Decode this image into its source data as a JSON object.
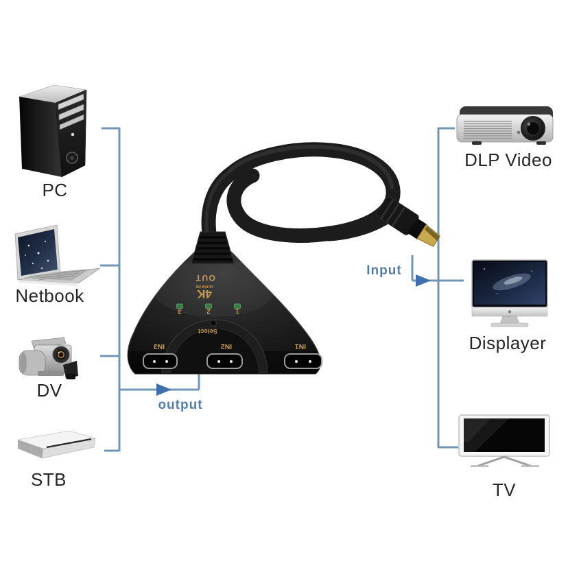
{
  "diagram": {
    "sources": [
      {
        "label": "PC"
      },
      {
        "label": "Netbook"
      },
      {
        "label": "DV"
      },
      {
        "label": "STB"
      }
    ],
    "sinks": [
      {
        "label": "DLP Video"
      },
      {
        "label": "Displayer"
      },
      {
        "label": "TV"
      }
    ],
    "connectors": {
      "output": "output",
      "input": "Input"
    },
    "switch": {
      "out_port_label": "OUT",
      "logo": "4K",
      "logo_sub": "ULTRA HD",
      "select_button_label": "Select",
      "channel_indicators": [
        "3",
        "2",
        "1"
      ],
      "input_port_labels": [
        "IN3",
        "IN2",
        "IN1"
      ]
    },
    "icons": [
      "pc-tower-icon",
      "netbook-icon",
      "dv-camcorder-icon",
      "stb-icon",
      "dlp-projector-icon",
      "displayer-icon",
      "tv-icon",
      "hdmi-switch-device",
      "hdmi-cable",
      "hdmi-plug-icon",
      "output-arrow-icon",
      "input-arrow-icon"
    ],
    "colors": {
      "connector_line": "#7096b5",
      "arrow": "#3f6fae",
      "connector_text": "#567ca8",
      "device_text_gold": "#c49a55",
      "led_green": "#4f8f58",
      "label_text": "#262626"
    }
  }
}
